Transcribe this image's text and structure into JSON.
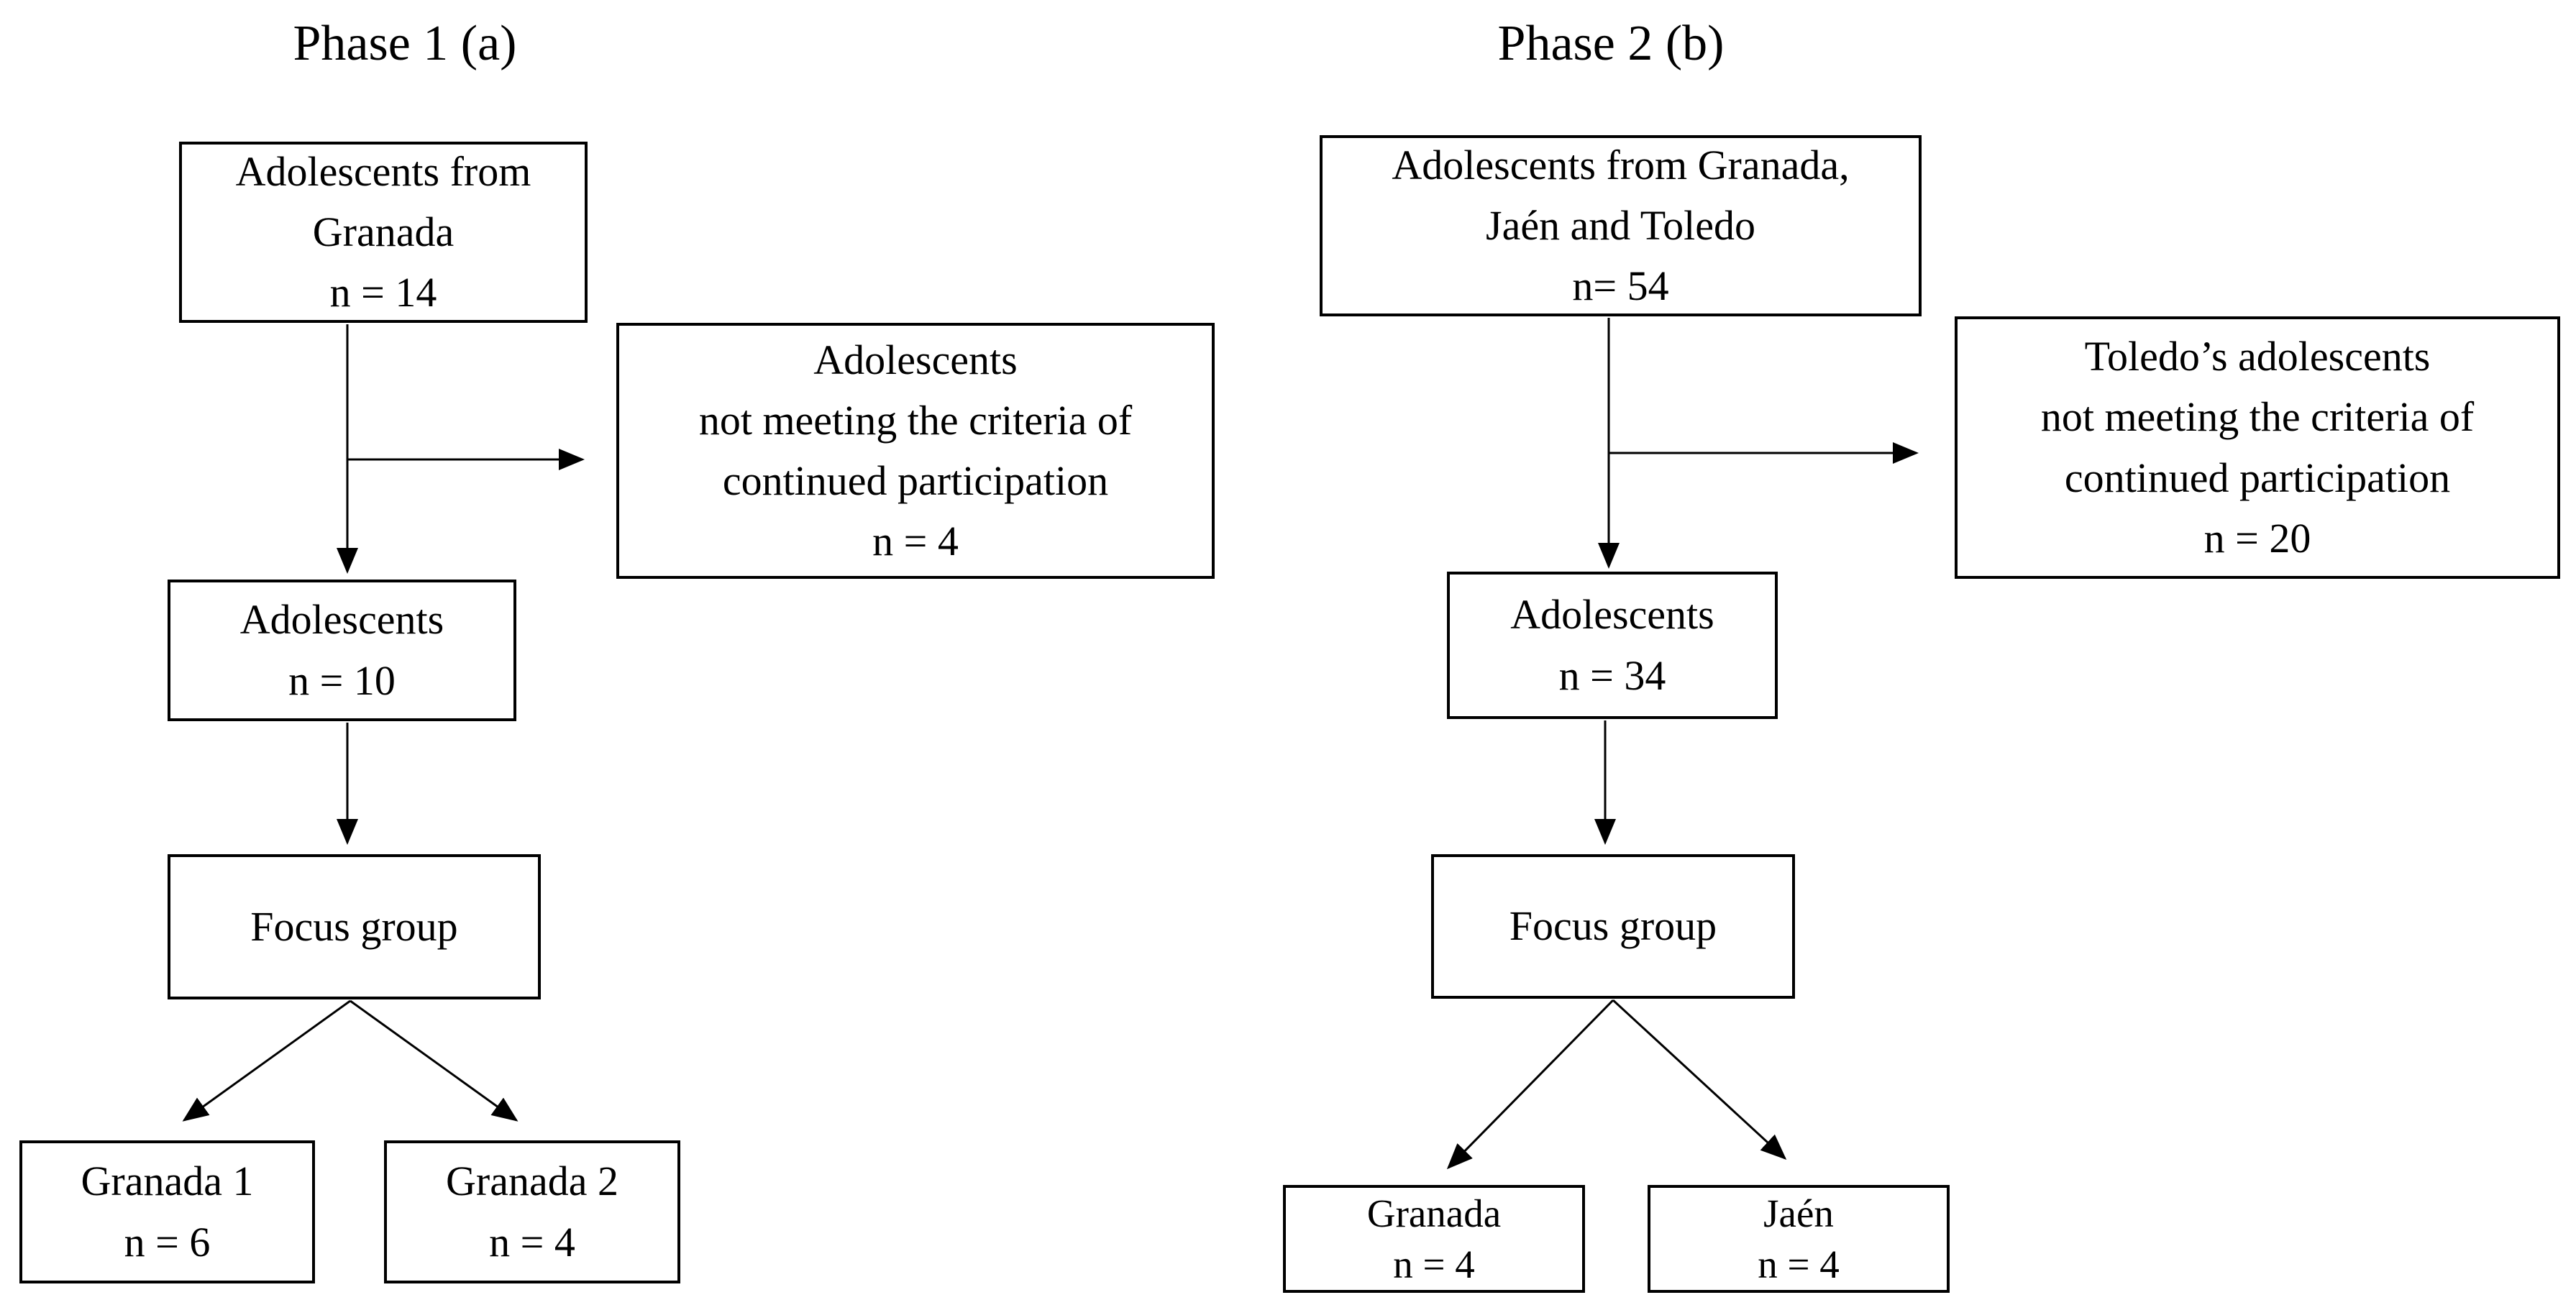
{
  "colors": {
    "ink": "#000000",
    "background": "#ffffff"
  },
  "phase1": {
    "title": "Phase 1 (a)",
    "initial": {
      "lines": [
        "Adolescents from",
        "Granada",
        "n = 14"
      ]
    },
    "excluded": {
      "lines": [
        "Adolescents",
        "not meeting the criteria of",
        "continued participation",
        "n = 4"
      ]
    },
    "continuing": {
      "lines": [
        "Adolescents",
        "n = 10"
      ]
    },
    "focus": {
      "lines": [
        "Focus group"
      ]
    },
    "group1": {
      "lines": [
        "Granada 1",
        "n = 6"
      ]
    },
    "group2": {
      "lines": [
        "Granada 2",
        "n = 4"
      ]
    }
  },
  "phase2": {
    "title": "Phase 2 (b)",
    "initial": {
      "lines": [
        "Adolescents from Granada,",
        "Jaén and Toledo",
        "n= 54"
      ]
    },
    "excluded": {
      "lines": [
        "Toledo’s adolescents",
        "not meeting the criteria of",
        "continued participation",
        "n = 20"
      ]
    },
    "continuing": {
      "lines": [
        "Adolescents",
        "n = 34"
      ]
    },
    "focus": {
      "lines": [
        "Focus group"
      ]
    },
    "group1": {
      "lines": [
        "Granada",
        "n = 4"
      ]
    },
    "group2": {
      "lines": [
        "Jaén",
        "n = 4"
      ]
    }
  }
}
